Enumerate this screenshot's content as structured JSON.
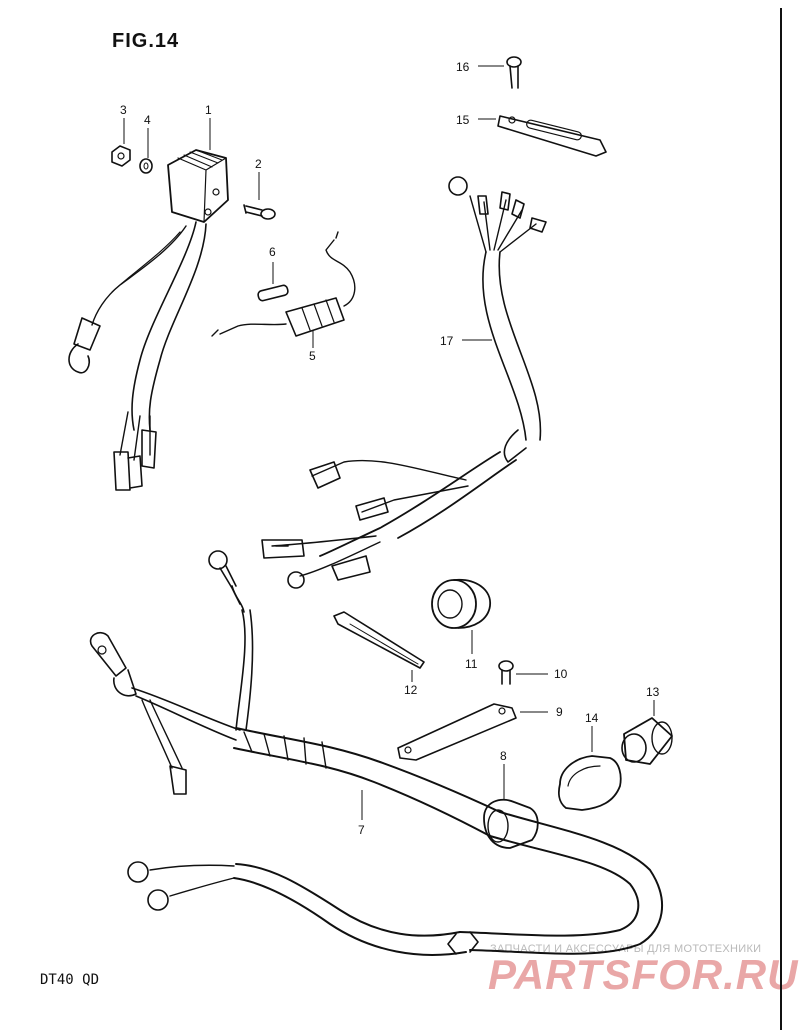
{
  "figure": {
    "title": "FIG.14",
    "model": "DT40 QD"
  },
  "watermark": {
    "caption": "ЗАПЧАСТИ И АКСЕССУАРЫ ДЛЯ МОТОТЕХНИКИ",
    "logo": "PARTSFOR.RU",
    "color": "#e9a7a7"
  },
  "parts": [
    {
      "no": "1"
    },
    {
      "no": "2"
    },
    {
      "no": "3"
    },
    {
      "no": "4"
    },
    {
      "no": "5"
    },
    {
      "no": "6"
    },
    {
      "no": "7"
    },
    {
      "no": "8"
    },
    {
      "no": "9"
    },
    {
      "no": "10"
    },
    {
      "no": "11"
    },
    {
      "no": "12"
    },
    {
      "no": "13"
    },
    {
      "no": "14"
    },
    {
      "no": "15"
    },
    {
      "no": "16"
    },
    {
      "no": "17"
    }
  ]
}
